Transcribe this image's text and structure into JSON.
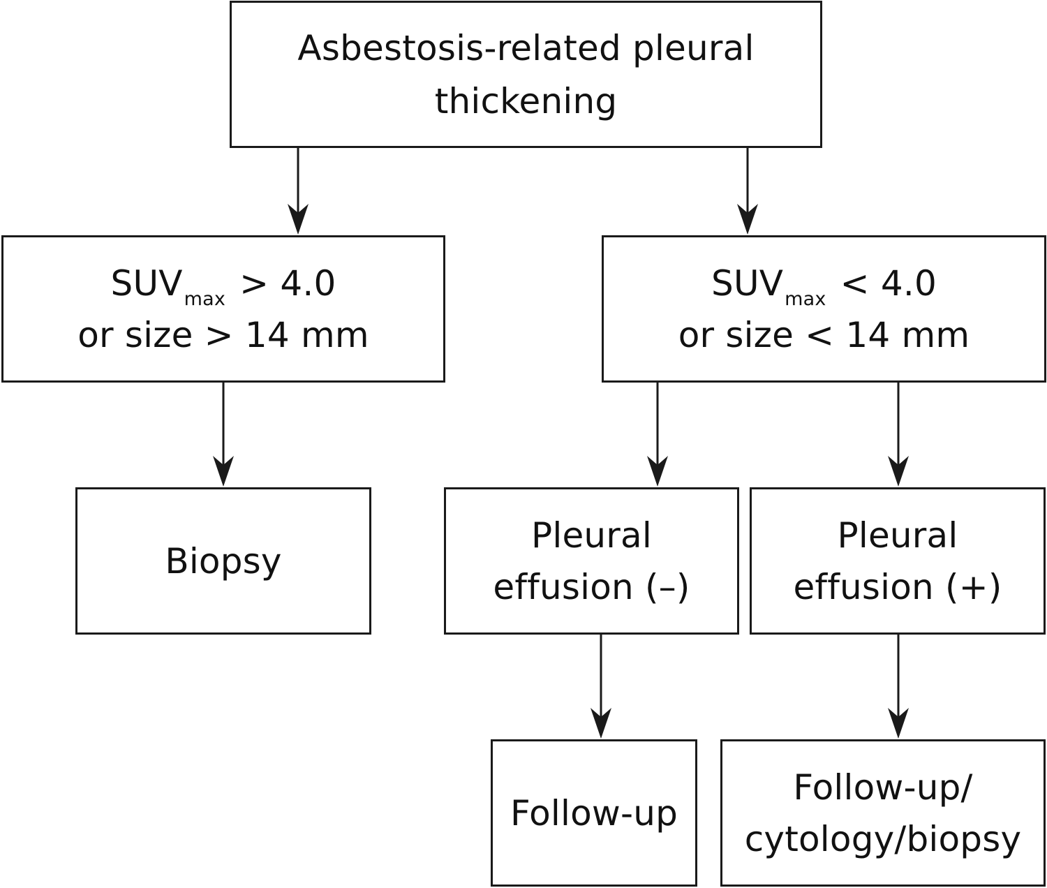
{
  "diagram": {
    "root": {
      "line1": "Asbestosis-related pleural",
      "line2": "thickening"
    },
    "high_uptake": {
      "line1_prefix": "SUV",
      "line1_sub": "max",
      "line1_suffix": "> 4.0",
      "line2": "or size > 14 mm"
    },
    "low_uptake": {
      "line1_prefix": "SUV",
      "line1_sub": "max",
      "line1_suffix": "< 4.0",
      "line2": "or size < 14 mm"
    },
    "biopsy": {
      "label": "Biopsy"
    },
    "effusion_negative": {
      "line1": "Pleural",
      "line2": "effusion (–)"
    },
    "effusion_positive": {
      "line1": "Pleural",
      "line2": "effusion (+)"
    },
    "follow_up": {
      "label": "Follow-up"
    },
    "follow_up_cytology_biopsy": {
      "line1": "Follow-up/",
      "line2": "cytology/biopsy"
    },
    "colors": {
      "stroke": "#1a1a1a",
      "background": "#ffffff"
    }
  }
}
